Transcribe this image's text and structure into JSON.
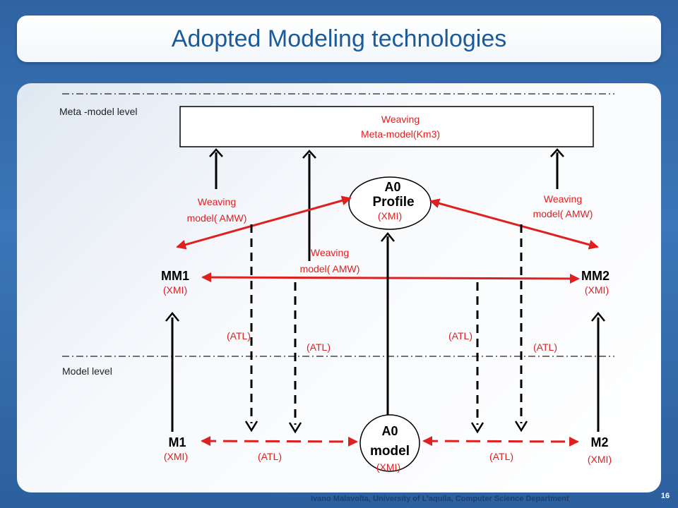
{
  "slide": {
    "title": "Adopted Modeling technologies",
    "footer": "Ivano Malavolta, University of L’aquila, Computer Science Department",
    "page_number": "16"
  },
  "levels": {
    "meta": "Meta -model level",
    "model": "Model level"
  },
  "weaving_metamodel": {
    "line1": "Weaving",
    "line2": "Meta-model(Km3)"
  },
  "nodes": {
    "a0_profile": {
      "line1": "A0",
      "line2": "Profile",
      "line3": "(XMI)"
    },
    "mm1": {
      "name": "MM1",
      "format": "(XMI)"
    },
    "mm2": {
      "name": "MM2",
      "format": "(XMI)"
    },
    "m1": {
      "name": "M1",
      "format": "(XMI)"
    },
    "m2": {
      "name": "M2",
      "format": "(XMI)"
    },
    "a0_model": {
      "line1": "A0",
      "line2": "model",
      "line3": "(XMI)"
    }
  },
  "weaving_labels": {
    "left": {
      "line1": "Weaving",
      "line2": "model( AMW)"
    },
    "center": {
      "line1": "Weaving",
      "line2": "model( AMW)"
    },
    "right": {
      "line1": "Weaving",
      "line2": "model( AMW)"
    }
  },
  "atl_labels": {
    "a1": "(ATL)",
    "a2": "(ATL)",
    "a3": "(ATL)",
    "a4": "(ATL)",
    "b1": "(ATL)",
    "b2": "(ATL)"
  },
  "colors": {
    "accent_red": "#e02020",
    "title_blue": "#1c5b9a",
    "background_blue": "#2f64a4"
  }
}
